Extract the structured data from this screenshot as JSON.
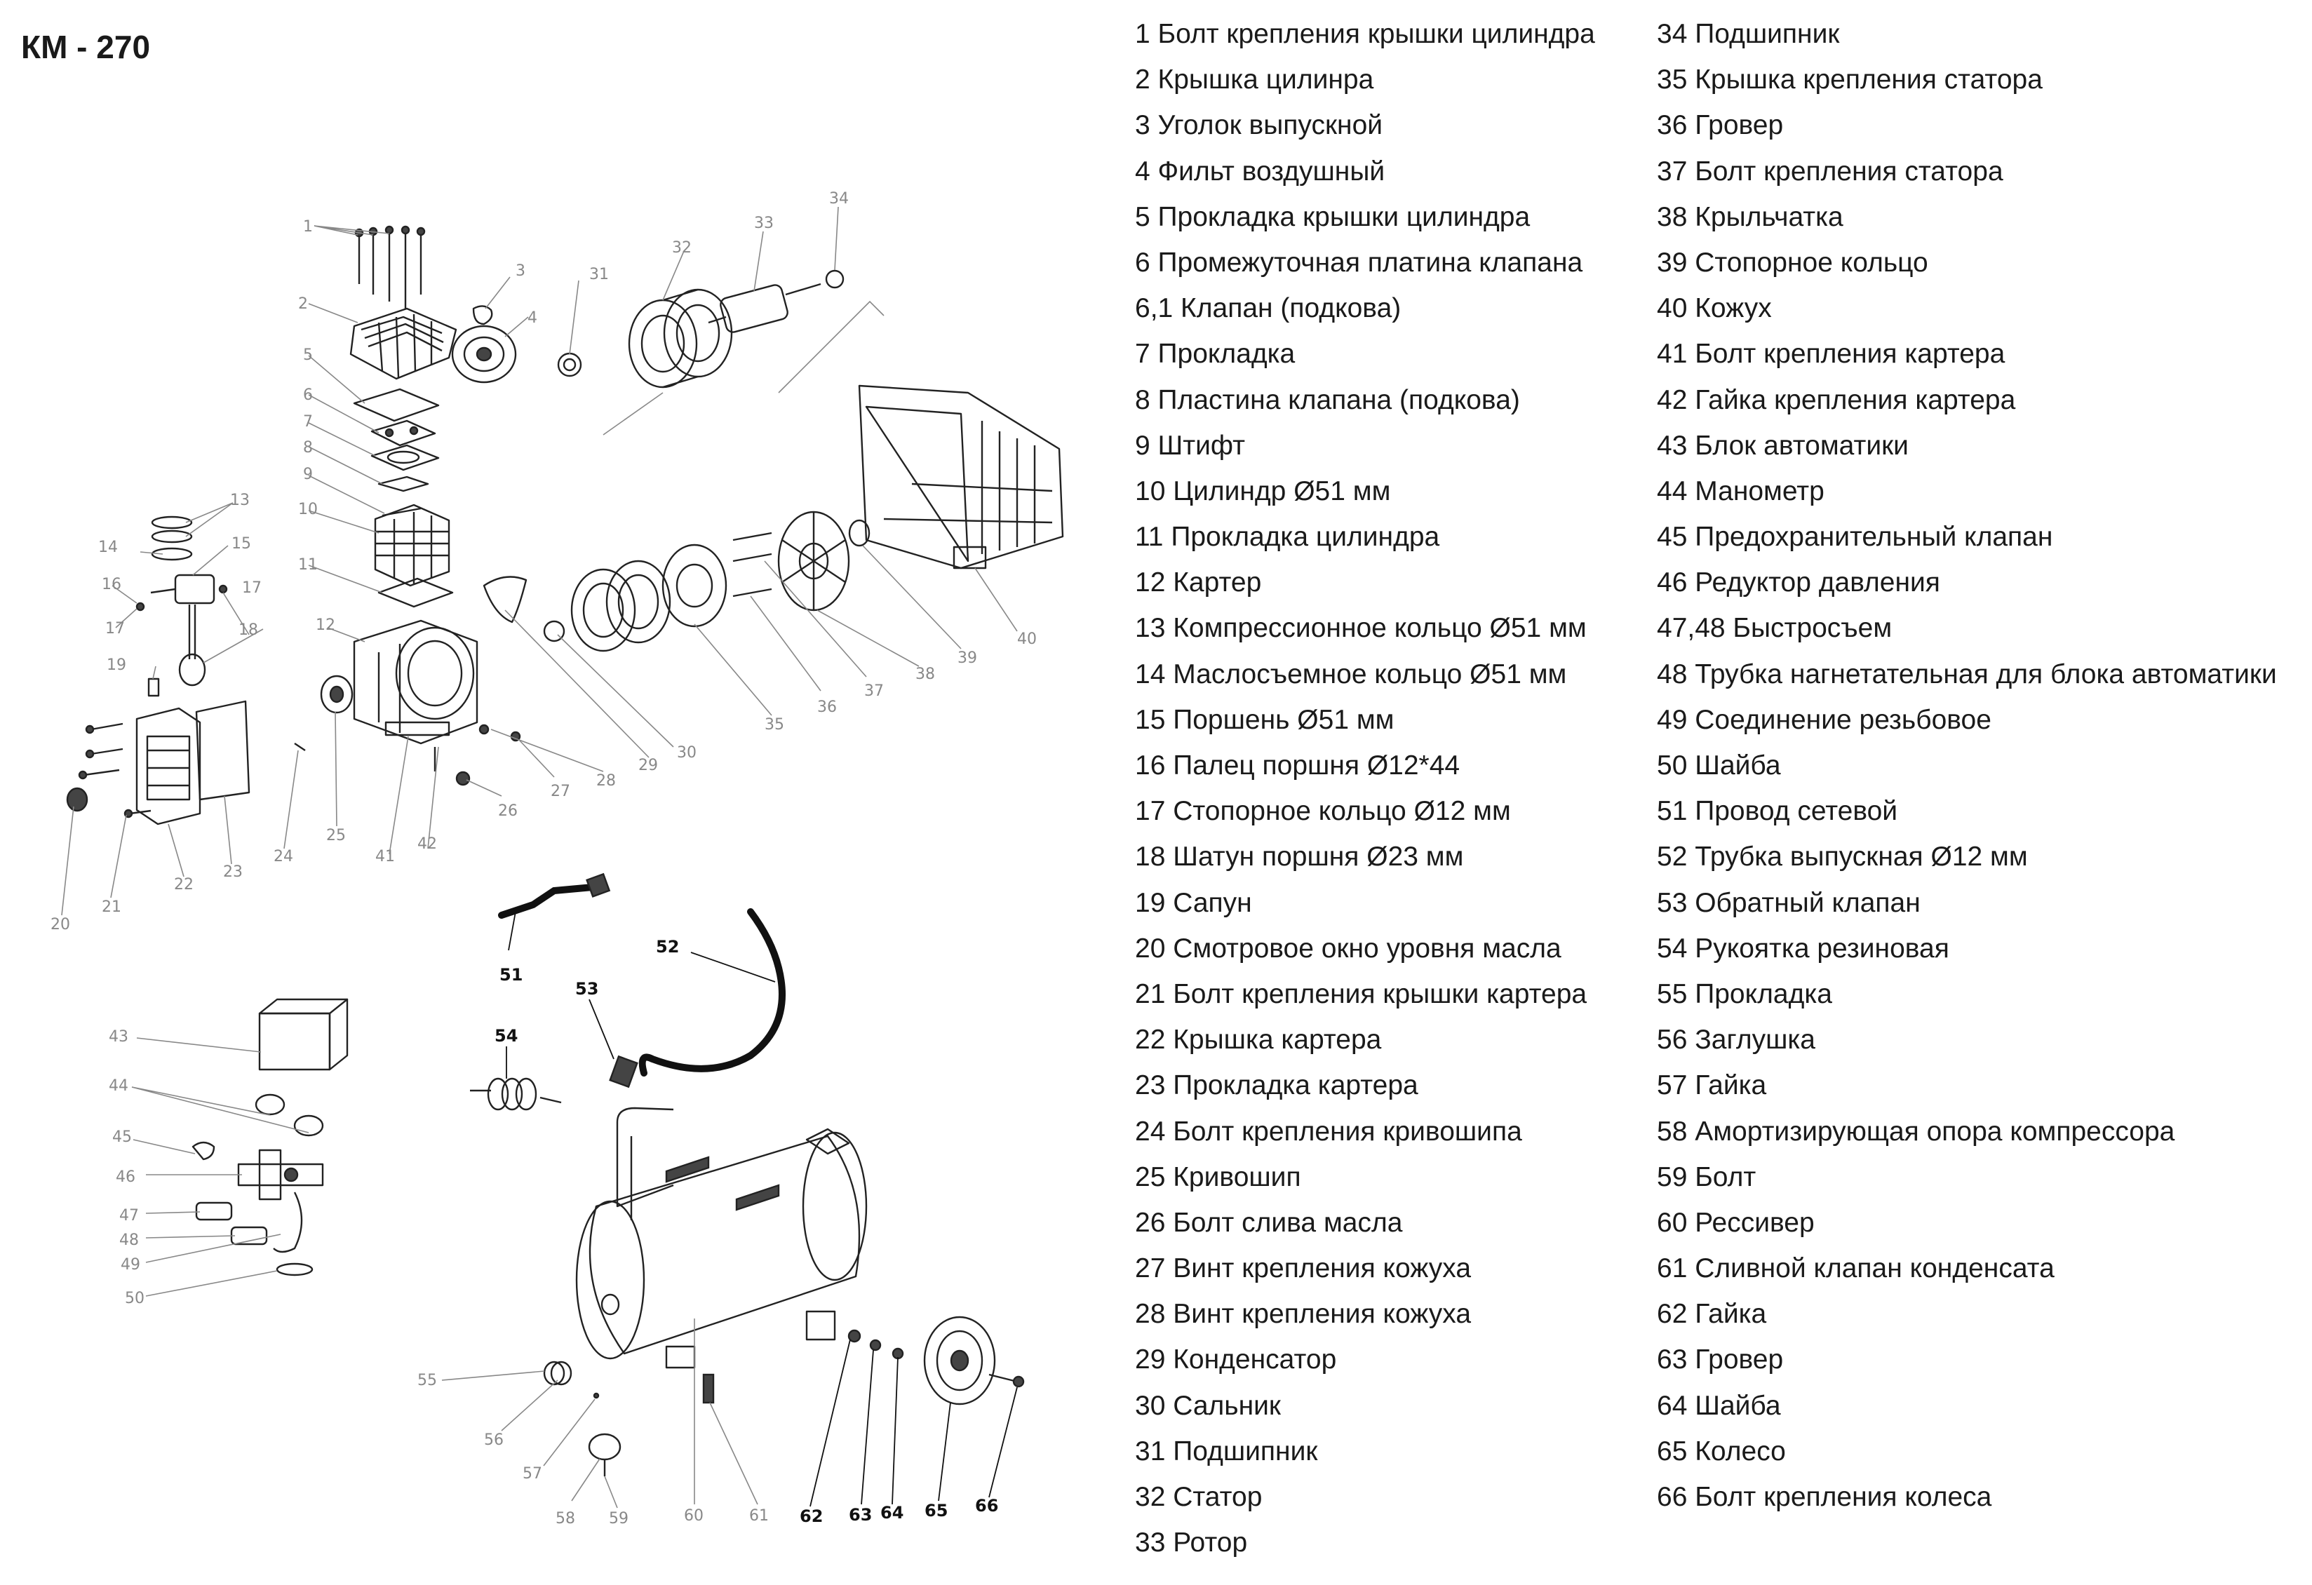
{
  "title": "КМ - 270",
  "parts_col_1": [
    "1 Болт крепления крышки цилиндра",
    "2 Крышка цилинра",
    "3 Уголок выпускной",
    "4 Фильт воздушный",
    "5 Прокладка крышки цилиндра",
    "6 Промежуточная платина клапана",
    "6,1 Клапан (подкова)",
    "7 Прокладка",
    "8 Пластина клапана (подкова)",
    "9 Штифт",
    "10 Цилиндр Ø51 мм",
    "11 Прокладка цилиндра",
    "12 Картер",
    "13 Компрессионное кольцо Ø51 мм",
    "14 Маслосъемное кольцо Ø51 мм",
    "15 Поршень Ø51 мм",
    "16 Палец поршня Ø12*44",
    "17 Стопорное кольцо Ø12 мм",
    "18 Шатун поршня Ø23 мм",
    "19 Сапун",
    "20 Смотровое окно уровня масла",
    "21 Болт крепления крышки картера",
    "22 Крышка картера",
    "23 Прокладка картера",
    "24 Болт крепления кривошипа",
    "25 Кривошип",
    "26 Болт слива масла",
    "27 Винт крепления кожуха",
    "28 Винт крепления кожуха",
    "29 Конденсатор",
    "30 Сальник",
    "31 Подшипник",
    "32 Статор",
    "33 Ротор"
  ],
  "parts_col_2": [
    "34 Подшипник",
    "35 Крышка крепления статора",
    "36 Гровер",
    "37 Болт крепления статора",
    "38 Крыльчатка",
    "39 Стопорное кольцо",
    "40 Кожух",
    "41 Болт крепления картера",
    "42 Гайка крепления картера",
    "43 Блок автоматики",
    "44 Манометр",
    "45 Предохранительный клапан",
    "46 Редуктор давления",
    "47,48 Быстросъем",
    "48 Трубка нагнетательная для блока автоматики",
    "49 Соединение резьбовое",
    "50 Шайба",
    "51 Провод сетевой",
    "52 Трубка выпускная Ø12 мм",
    "53 Обратный клапан",
    "54 Рукоятка резиновая",
    "55 Прокладка",
    "56 Заглушка",
    "57 Гайка",
    "58 Амортизирующая опора компрессора",
    "59 Болт",
    "60 Рессивер",
    "61 Сливной клапан конденсата",
    "62 Гайка",
    "63 Гровер",
    "64 Шайба",
    "65 Колесо",
    "66 Болт крепления колеса"
  ],
  "callouts": [
    "1",
    "2",
    "3",
    "4",
    "5",
    "6",
    "7",
    "8",
    "9",
    "10",
    "11",
    "12",
    "13",
    "14",
    "15",
    "16",
    "17",
    "18",
    "19",
    "20",
    "21",
    "22",
    "23",
    "24",
    "25",
    "26",
    "27",
    "28",
    "29",
    "30",
    "31",
    "32",
    "33",
    "34",
    "35",
    "36",
    "37",
    "38",
    "39",
    "40",
    "41",
    "42",
    "43",
    "44",
    "45",
    "46",
    "47",
    "48",
    "49",
    "50",
    "51",
    "52",
    "53",
    "54",
    "55",
    "56",
    "57",
    "58",
    "59",
    "60",
    "61",
    "62",
    "63",
    "64",
    "65",
    "66"
  ]
}
